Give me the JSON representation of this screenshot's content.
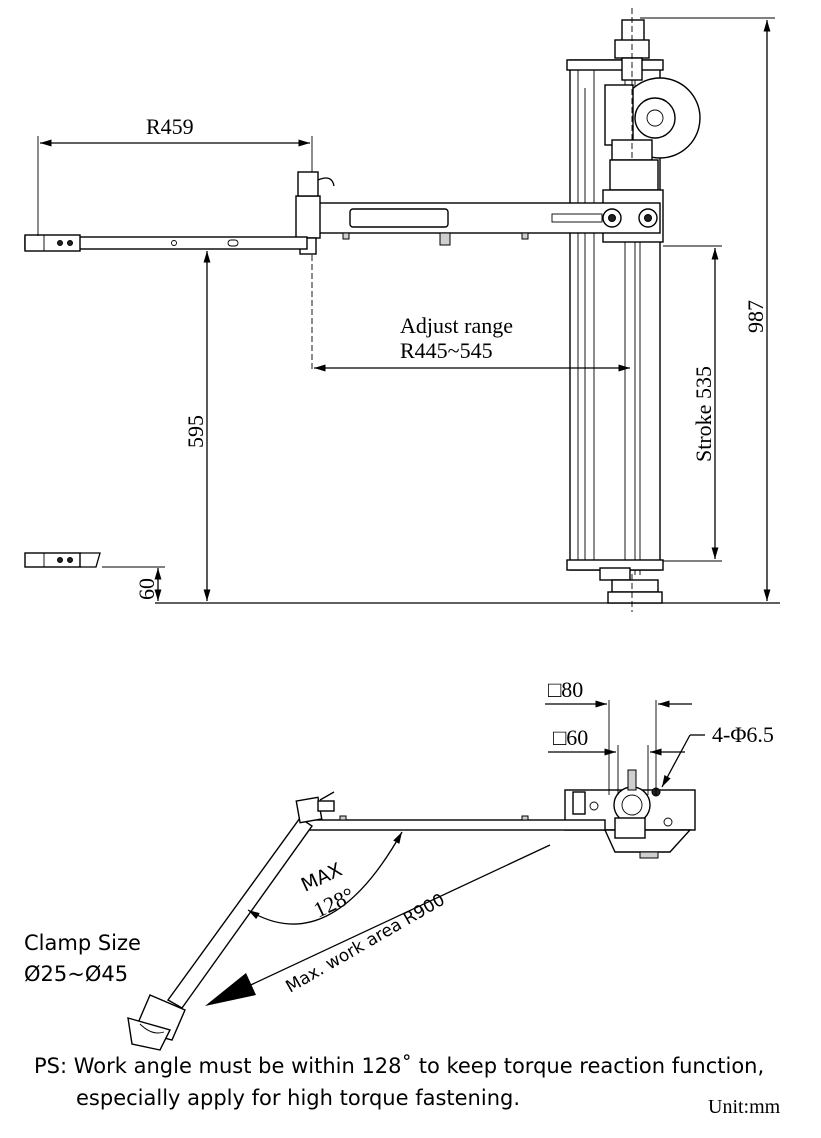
{
  "side_view": {
    "r459": "R459",
    "adjust_line1": "Adjust range",
    "adjust_line2": "R445~545",
    "h595": "595",
    "h60": "60",
    "stroke": "Stroke 535",
    "h987": "987"
  },
  "top_view": {
    "sq80": "□80",
    "sq60": "□60",
    "holes": "4-Φ6.5",
    "max_label": "MAX",
    "max_angle": "128°",
    "work_area": "Max. work area R900",
    "clamp_title": "Clamp Size",
    "clamp_range": "Ø25~Ø45"
  },
  "notes": {
    "ps_line1": "PS: Work angle must be within 128˚ to keep torque reaction function,",
    "ps_line2": "especially apply for high torque fastening.",
    "unit": "Unit:mm"
  }
}
